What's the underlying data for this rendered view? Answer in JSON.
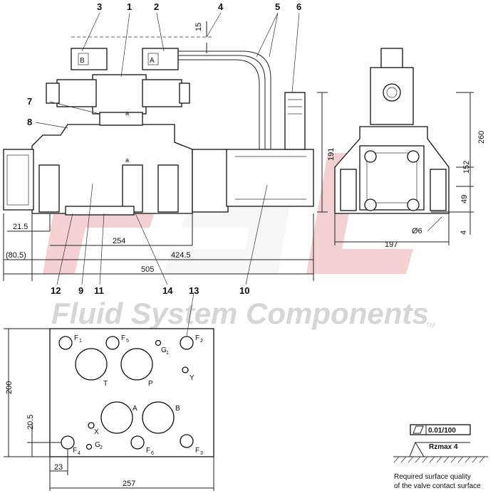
{
  "callouts": {
    "top": [
      "3",
      "1",
      "2",
      "4",
      "5",
      "6"
    ],
    "left": [
      "7",
      "8"
    ],
    "bottom": [
      "12",
      "9",
      "11",
      "14",
      "10"
    ],
    "subplate": "13"
  },
  "dims_side": {
    "d15": "15",
    "d21_5": "21.5",
    "d254": "254",
    "d80_5": "(80.5)",
    "d424_5": "424.5",
    "d505": "505",
    "d191": "191"
  },
  "dims_end": {
    "d260": "260",
    "d152": "152",
    "d49": "49",
    "d4": "4",
    "d6": "Ø6",
    "d197": "197"
  },
  "dims_plate": {
    "d200": "200",
    "d20_5": "20.5",
    "d23": "23",
    "d257": "257"
  },
  "ports": {
    "F1": {
      "main": "F",
      "sub": "1"
    },
    "F5": {
      "main": "F",
      "sub": "5"
    },
    "G1": {
      "main": "G",
      "sub": "1"
    },
    "F2": {
      "main": "F",
      "sub": "2"
    },
    "Y": "Y",
    "T": "T",
    "P": "P",
    "A": "A",
    "B": "B",
    "X": "X",
    "F4": {
      "main": "F",
      "sub": "4"
    },
    "G2": {
      "main": "G",
      "sub": "2"
    },
    "F6": {
      "main": "F",
      "sub": "6"
    },
    "F3": {
      "main": "F",
      "sub": "3"
    }
  },
  "solenoid_labels": {
    "a": "A",
    "b": "B",
    "pilot_a": "a",
    "main_a": "a"
  },
  "watermark": {
    "text": "Fluid System Components",
    "tm": "TM",
    "logo_color": "#e8a0a0",
    "text_color": "#d9d9d9"
  },
  "surface": {
    "flatness": "0.01/100",
    "roughness": "Rzmax 4",
    "note_line1": "Required surface quality",
    "note_line2": "of the valve contact surface"
  }
}
